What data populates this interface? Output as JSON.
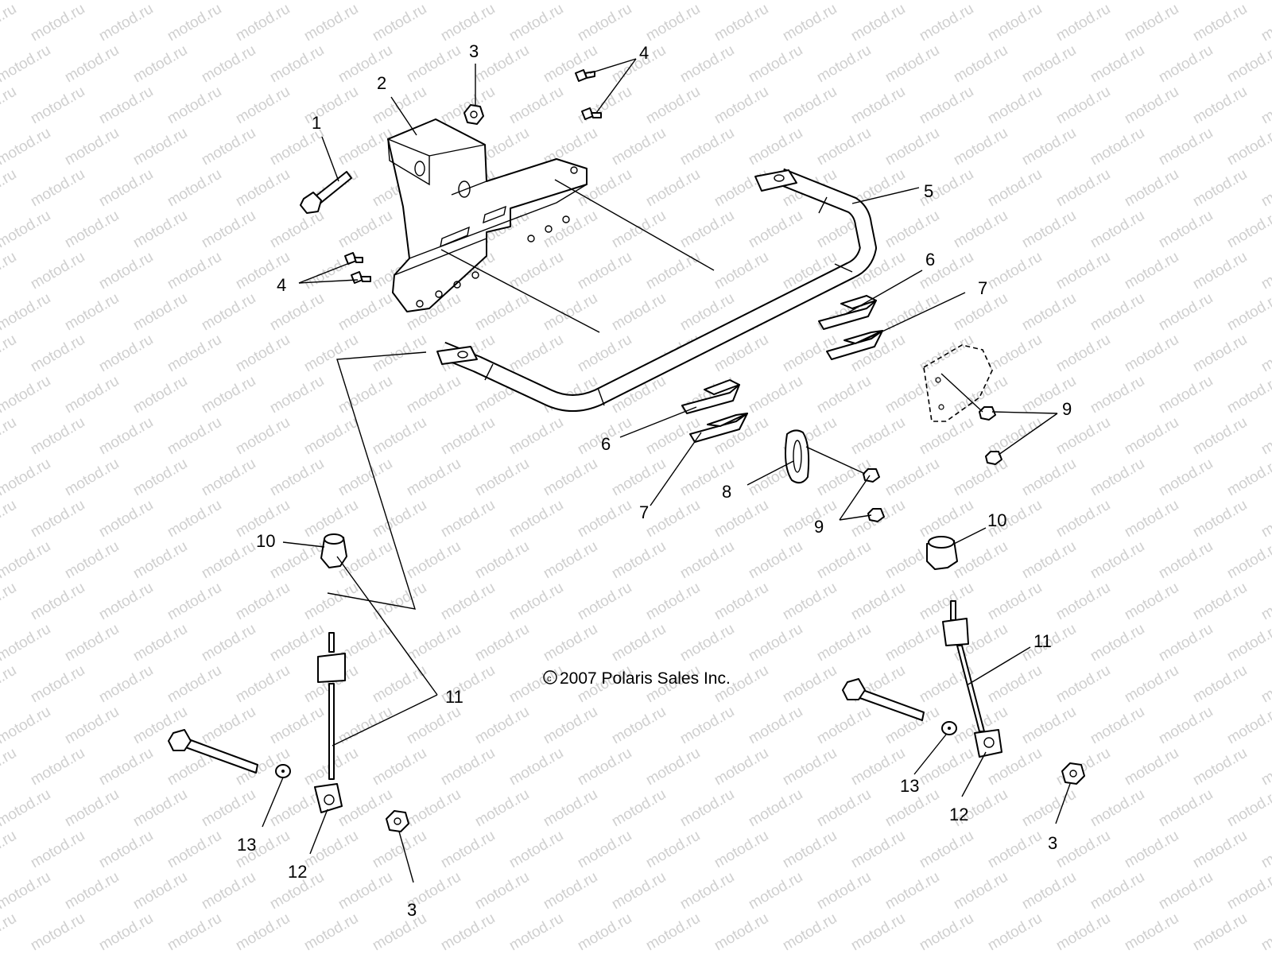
{
  "watermark": "motod.ru",
  "copyright": "2007 Polaris Sales Inc.",
  "callouts": [
    {
      "id": "c1",
      "text": "1"
    },
    {
      "id": "c2",
      "text": "2"
    },
    {
      "id": "c3a",
      "text": "3"
    },
    {
      "id": "c3b",
      "text": "3"
    },
    {
      "id": "c3c",
      "text": "3"
    },
    {
      "id": "c4a",
      "text": "4"
    },
    {
      "id": "c4b",
      "text": "4"
    },
    {
      "id": "c5",
      "text": "5"
    },
    {
      "id": "c6a",
      "text": "6"
    },
    {
      "id": "c6b",
      "text": "6"
    },
    {
      "id": "c7a",
      "text": "7"
    },
    {
      "id": "c7b",
      "text": "7"
    },
    {
      "id": "c8",
      "text": "8"
    },
    {
      "id": "c9a",
      "text": "9"
    },
    {
      "id": "c9b",
      "text": "9"
    },
    {
      "id": "c10a",
      "text": "10"
    },
    {
      "id": "c10b",
      "text": "10"
    },
    {
      "id": "c11a",
      "text": "11"
    },
    {
      "id": "c11b",
      "text": "11"
    },
    {
      "id": "c12a",
      "text": "12"
    },
    {
      "id": "c12b",
      "text": "12"
    },
    {
      "id": "c13a",
      "text": "13"
    },
    {
      "id": "c13b",
      "text": "13"
    }
  ]
}
